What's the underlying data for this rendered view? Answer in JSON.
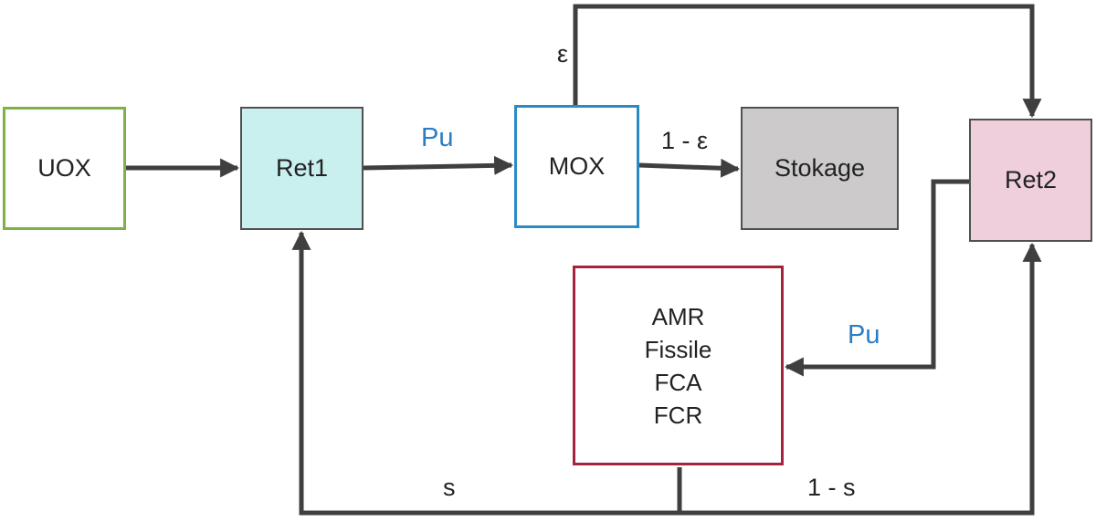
{
  "nodes": {
    "uox": "UOX",
    "ret1": "Ret1",
    "mox": "MOX",
    "stokage": "Stokage",
    "ret2": "Ret2",
    "reactor": [
      "AMR",
      "Fissile",
      "FCA",
      "FCR"
    ]
  },
  "edge_labels": {
    "ret1_to_mox": "Pu",
    "mox_to_stokage": "1 - ε",
    "mox_to_ret2": "ε",
    "ret2_to_reactor": "Pu",
    "reactor_to_ret1": "s",
    "reactor_to_ret2": "1 - s"
  },
  "colors": {
    "arrow": "#3f3f3f",
    "pu_label": "#2b7dc4",
    "uox_border": "#7cb342",
    "ret1_fill": "#c9efef",
    "mox_border": "#2b8cc4",
    "stokage_fill": "#cccaca",
    "ret2_fill": "#f0cfdc",
    "reactor_border": "#a3243b"
  }
}
